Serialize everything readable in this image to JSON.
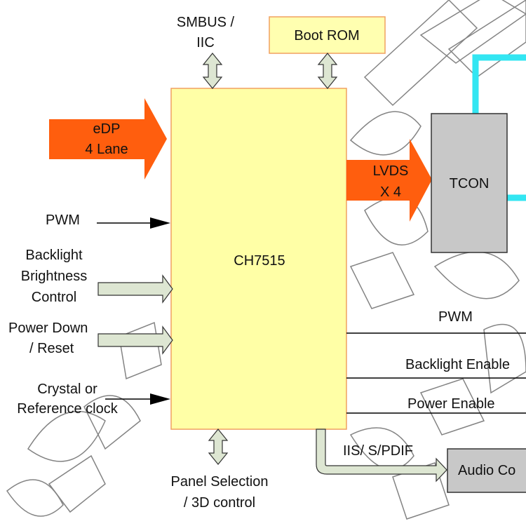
{
  "colors": {
    "main_chip_fill": "#ffffa6",
    "main_chip_stroke": "#f0a060",
    "boot_rom_fill": "#ffffb0",
    "orange_arrow": "#ff5e0e",
    "gray_box_fill": "#c8c8c8",
    "cyan_line": "#33e6f2",
    "bus_arrow_fill": "#dde6d2",
    "watermark": "#6e6e6e"
  },
  "blocks": {
    "main_chip": "CH7515",
    "boot_rom": "Boot ROM",
    "tcon": "TCON",
    "audio": "Audio Co"
  },
  "inputs": {
    "edp": [
      "eDP",
      "4 Lane"
    ],
    "pwm": "PWM",
    "backlight": [
      "Backlight",
      "Brightness",
      "Control"
    ],
    "power_down": [
      "Power Down",
      "/ Reset"
    ],
    "crystal": [
      "Crystal or",
      "Reference clock"
    ]
  },
  "top_bus": [
    "SMBUS /",
    "IIC"
  ],
  "bottom_bus": [
    "Panel Selection",
    "/ 3D control"
  ],
  "outputs": {
    "lvds": [
      "LVDS",
      "X 4"
    ],
    "pwm": "PWM",
    "backlight_enable": "Backlight Enable",
    "power_enable": "Power Enable",
    "audio_bus": "IIS/ S/PDIF"
  }
}
